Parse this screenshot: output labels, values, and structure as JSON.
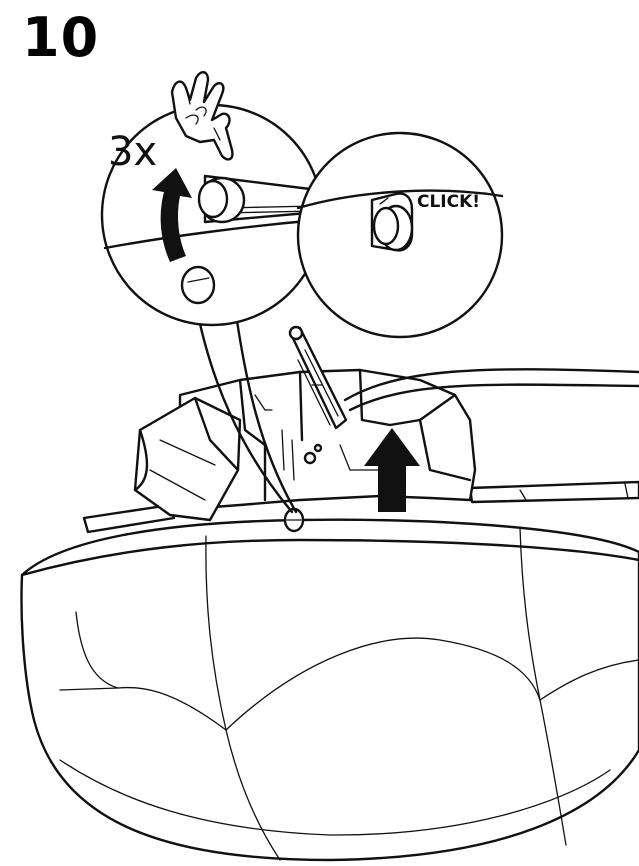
{
  "step": {
    "number": "10"
  },
  "detail_left": {
    "repeat_label": "3x"
  },
  "detail_right": {
    "click_label": "CLICK!"
  }
}
